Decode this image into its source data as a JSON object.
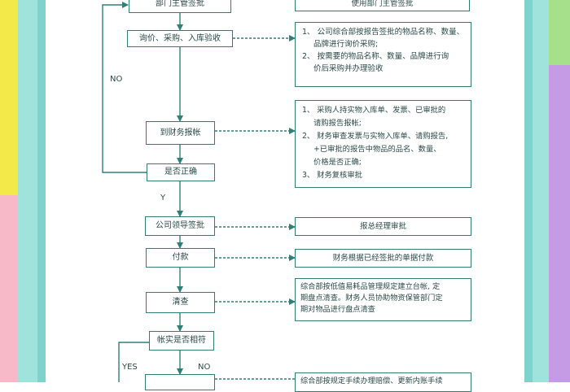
{
  "colors": {
    "frame": "#7ed3cc",
    "line": "#2f7f78",
    "text": "#2a4a47",
    "stripe_yellow": "#f3ea4a",
    "stripe_pink": "#f7b9c8",
    "stripe_teal": "#9fe3dc",
    "stripe_green": "#a6e08a",
    "stripe_purple": "#c59be6"
  },
  "steps": {
    "dept_approval": "部门主管签批",
    "inquiry": "询价、采购、入库验收",
    "to_finance": "到财务报帐",
    "is_correct": "是否正确",
    "leader_approval": "公司领导签批",
    "payment": "付款",
    "inventory_check": "清查",
    "account_match": "帐实是否相符"
  },
  "notes": {
    "top": "使用部门主管签批",
    "inquiry": [
      "1、 公司综合部按报告签批的物品名称、数量、",
      "品牌进行询价采购;",
      "2、 按需要的物品名称、数量、品牌进行询",
      "价后采购并办理验收"
    ],
    "finance": [
      "1、 采购人持实物入库单、发票、已审批的",
      "请购报告报帐;",
      "2、 财务审查发票与实物入库单、请购报告,",
      "+已审批的报告中物品的品名、数量、",
      "价格是否正确;",
      "3、 财务复核审批"
    ],
    "leader": "报总经理审批",
    "payment": "财务根据已经签批的单据付款",
    "inventory": [
      "综合部按低值易耗品管理规定建立台帐, 定",
      "期盘点清查。财务人员协助物资保管部门定",
      "期对物品进行盘点清查"
    ],
    "bottom": "综合部按规定手续办理赔偿、更新内账手续"
  },
  "labels": {
    "no_loop": "NO",
    "yes_down": "Y",
    "yes_branch": "YES",
    "no_branch": "NO"
  }
}
